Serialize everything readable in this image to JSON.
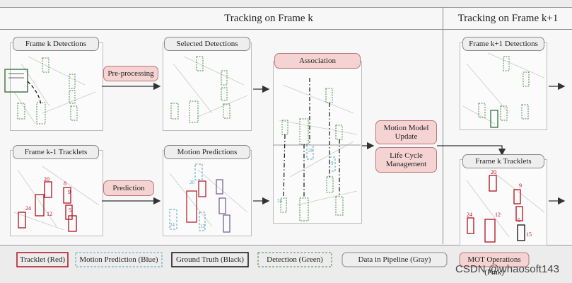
{
  "sections": {
    "frame_k": "Tracking on Frame k",
    "frame_k1": "Tracking on Frame k+1"
  },
  "panels": {
    "frame_k_detections": "Frame k Detections",
    "selected_detections": "Selected Detections",
    "association": "Association",
    "frame_k_minus1_tracklets": "Frame k-1 Tracklets",
    "motion_predictions": "Motion Predictions",
    "frame_k1_detections": "Frame k+1 Detections",
    "frame_k_tracklets": "Frame k Tracklets"
  },
  "operations": {
    "preprocessing": "Pre-processing",
    "prediction": "Prediction",
    "motion_model_update": "Motion Model Update",
    "life_cycle_management": "Life Cycle Management"
  },
  "tracklet_ids": {
    "left": [
      "20",
      "8",
      "9",
      "24",
      "12",
      "5"
    ],
    "right": [
      "20",
      "9",
      "24",
      "12",
      "5",
      "15"
    ]
  },
  "legend": {
    "tracklet": "Tracklet (Red)",
    "motion_prediction": "Motion Prediction (Blue)",
    "ground_truth": "Ground Truth (Black)",
    "detection": "Detection (Green)",
    "data_in_pipeline": "Data in Pipeline (Gray)",
    "mot_operations": "MOT Operations (Pink)"
  },
  "watermark": "CSDN @whaosoft143",
  "colors": {
    "tracklet": "#b01020",
    "motion_prediction": "#5aa0b8",
    "ground_truth": "#111111",
    "detection": "#4a8a4a",
    "pink": "#f5d3d3"
  }
}
